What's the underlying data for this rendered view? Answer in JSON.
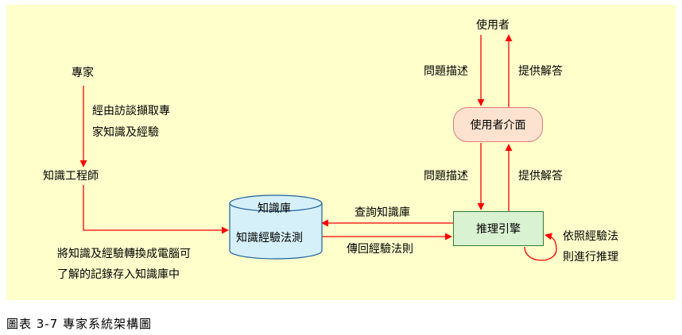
{
  "figure": {
    "caption": "圖表 3-7 專家系統架構圖"
  },
  "nodes": {
    "expert": "專家",
    "knowledge_engineer": "知識工程師",
    "user": "使用者",
    "user_interface": "使用者介面",
    "inference_engine": "推理引擎",
    "knowledge_base_title": "知識庫",
    "knowledge_base_body": "知識經驗法測"
  },
  "edge_labels": {
    "interview_line1": "經由訪談擷取專",
    "interview_line2": "家知識及經驗",
    "convert_line1": "將知識及經驗轉換成電腦可",
    "convert_line2": "了解的記錄存入知識庫中",
    "problem_desc_top": "問題描述",
    "provide_answer_top": "提供解答",
    "problem_desc_bottom": "問題描述",
    "provide_answer_bottom": "提供解答",
    "query_kb": "查詢知識庫",
    "return_rules": "傳回經驗法則",
    "self_loop_line1": "依照經驗法",
    "self_loop_line2": "則進行推理"
  },
  "colors": {
    "background": "#ffffcc",
    "arrow": "#ff0000",
    "kb_fill": "#d5f0f8",
    "ui_fill": "#fde3cf",
    "engine_fill": "#d9f2d2"
  }
}
